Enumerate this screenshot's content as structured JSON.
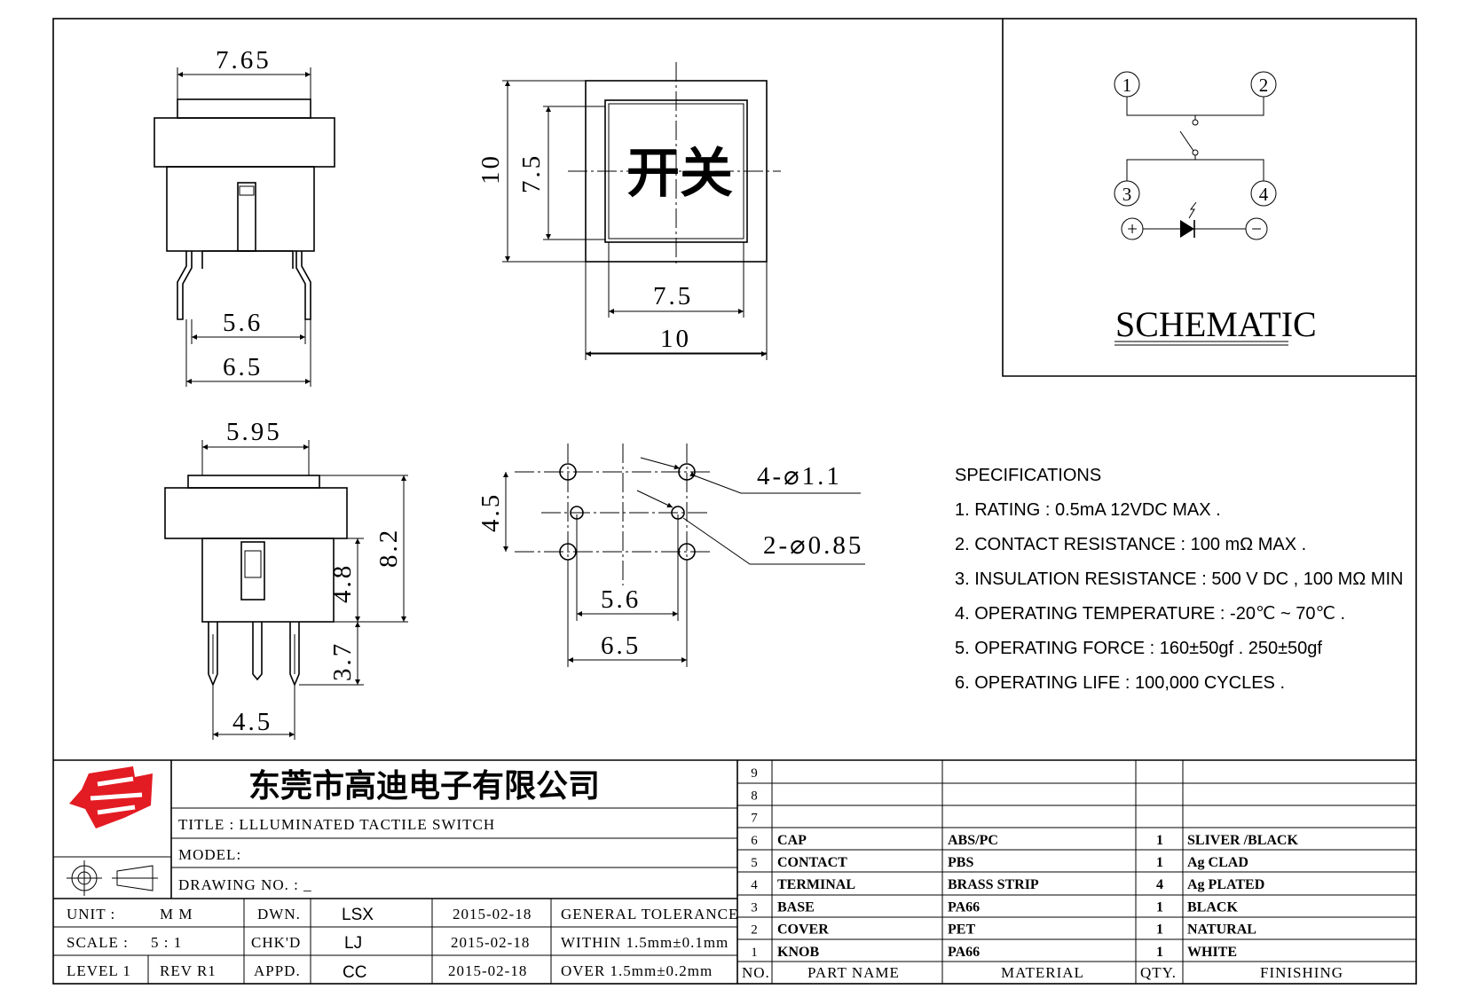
{
  "front_top_view": {
    "dim_width_top": "7.65",
    "dim_pin_inner": "5.6",
    "dim_pin_outer": "6.5"
  },
  "cap_view": {
    "cap_label": "开关",
    "dim_outer_height": "10",
    "dim_inner_height": "7.5",
    "dim_inner_width": "7.5",
    "dim_outer_width": "10"
  },
  "side_view": {
    "dim_top": "5.95",
    "dim_total_height": "8.2",
    "dim_body_height": "4.8",
    "dim_pin_length": "3.7",
    "dim_pin_spacing": "4.5"
  },
  "footprint": {
    "dim_vertical": "4.5",
    "dim_inner_spacing": "5.6",
    "dim_outer_spacing": "6.5",
    "hole_large": "4-⌀1.1",
    "hole_small": "2-⌀0.85"
  },
  "schematic": {
    "title": "SCHEMATIC",
    "pins": [
      "1",
      "2",
      "3",
      "4"
    ],
    "plus": "+",
    "minus": "−"
  },
  "specifications": {
    "heading": "SPECIFICATIONS",
    "items": [
      "1. RATING : 0.5mA 12VDC MAX .",
      "2. CONTACT RESISTANCE : 100 mΩ MAX .",
      "3. INSULATION RESISTANCE : 500 V DC , 100 MΩ MIN",
      "4. OPERATING TEMPERATURE : -20℃ ~ 70℃ .",
      "5. OPERATING FORCE : 160±50gf . 250±50gf",
      "6. OPERATING LIFE : 100,000 CYCLES ."
    ]
  },
  "title_block": {
    "company": "东莞市高迪电子有限公司",
    "title": "TITLE :   LLLUMINATED TACTILE SWITCH",
    "model": "MODEL:",
    "drawing_no": "DRAWING NO.  : _",
    "unit_label": "UNIT    :",
    "unit_value": "M M",
    "scale_label": "SCALE   :",
    "scale_value": "5 : 1",
    "level": "LEVEL 1",
    "rev": "REV  R1",
    "dwn_label": "DWN.",
    "dwn_name": "LSX",
    "dwn_date": "2015-02-18",
    "chk_label": "CHK'D",
    "chk_name": "LJ",
    "chk_date": "2015-02-18",
    "appd_label": "APPD.",
    "appd_name": "CC",
    "appd_date": "2015-02-18",
    "tol_header": "GENERAL TOLERANCE",
    "tol_within": "WITHIN 1.5mm±0.1mm",
    "tol_over": "OVER   1.5mm±0.2mm"
  },
  "bom": {
    "headers": [
      "NO.",
      "PART  NAME",
      "MATERIAL",
      "QTY.",
      "FINISHING"
    ],
    "rows": [
      {
        "no": "9",
        "part": "",
        "material": "",
        "qty": "",
        "finish": ""
      },
      {
        "no": "8",
        "part": "",
        "material": "",
        "qty": "",
        "finish": ""
      },
      {
        "no": "7",
        "part": "",
        "material": "",
        "qty": "",
        "finish": ""
      },
      {
        "no": "6",
        "part": "CAP",
        "material": "ABS/PC",
        "qty": "1",
        "finish": "SLIVER /BLACK"
      },
      {
        "no": "5",
        "part": "CONTACT",
        "material": "PBS",
        "qty": "1",
        "finish": "Ag CLAD"
      },
      {
        "no": "4",
        "part": "TERMINAL",
        "material": "BRASS STRIP",
        "qty": "4",
        "finish": "Ag PLATED"
      },
      {
        "no": "3",
        "part": "BASE",
        "material": "PA66",
        "qty": "1",
        "finish": "BLACK"
      },
      {
        "no": "2",
        "part": "COVER",
        "material": "PET",
        "qty": "1",
        "finish": "NATURAL"
      },
      {
        "no": "1",
        "part": "KNOB",
        "material": "PA66",
        "qty": "1",
        "finish": "WHITE"
      }
    ]
  }
}
